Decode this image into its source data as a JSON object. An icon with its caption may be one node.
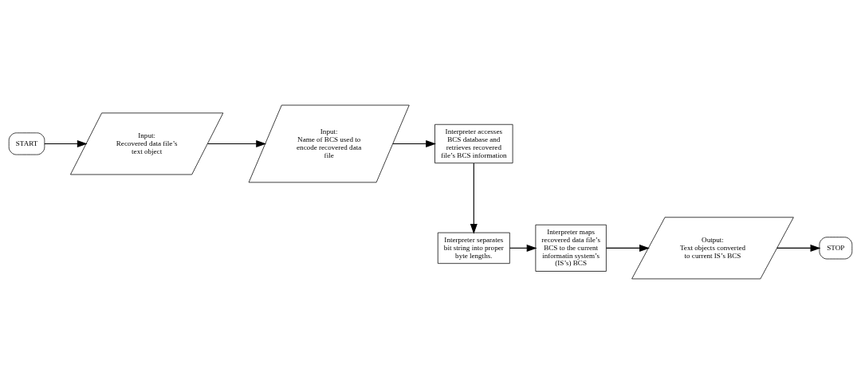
{
  "diagram": {
    "nodes": [
      {
        "text": [
          "START"
        ]
      },
      {
        "text": [
          "Input:",
          "Recovered data file’s text object"
        ]
      },
      {
        "text": [
          "Input:",
          "Name of BCS used to encode recovered data file"
        ]
      },
      {
        "text": [
          "Interpreter accesses BCS database and retrieves recovered file’s BCS information"
        ]
      },
      {
        "text": [
          "Interpreter separates bit string into proper byte lengths."
        ]
      },
      {
        "text": [
          "Interpreter maps recovered data file’s BCS to the current informatin system’s (IS’s) BCS"
        ]
      },
      {
        "text": [
          "Output:",
          "Text objects converted to current IS’s BCS"
        ]
      },
      {
        "text": [
          "STOP"
        ]
      }
    ],
    "edges": [
      {
        "from": 0,
        "to": 1,
        "arrow": "to"
      },
      {
        "from": 1,
        "to": 2,
        "arrow": "to"
      },
      {
        "from": 2,
        "to": 3,
        "arrow": "to"
      },
      {
        "from": 3,
        "to": 4,
        "arrow": "to"
      },
      {
        "from": 4,
        "to": 5,
        "arrow": "to"
      },
      {
        "from": 5,
        "to": 6,
        "arrow": "to"
      },
      {
        "from": 6,
        "to": 7,
        "arrow": "to"
      }
    ]
  }
}
